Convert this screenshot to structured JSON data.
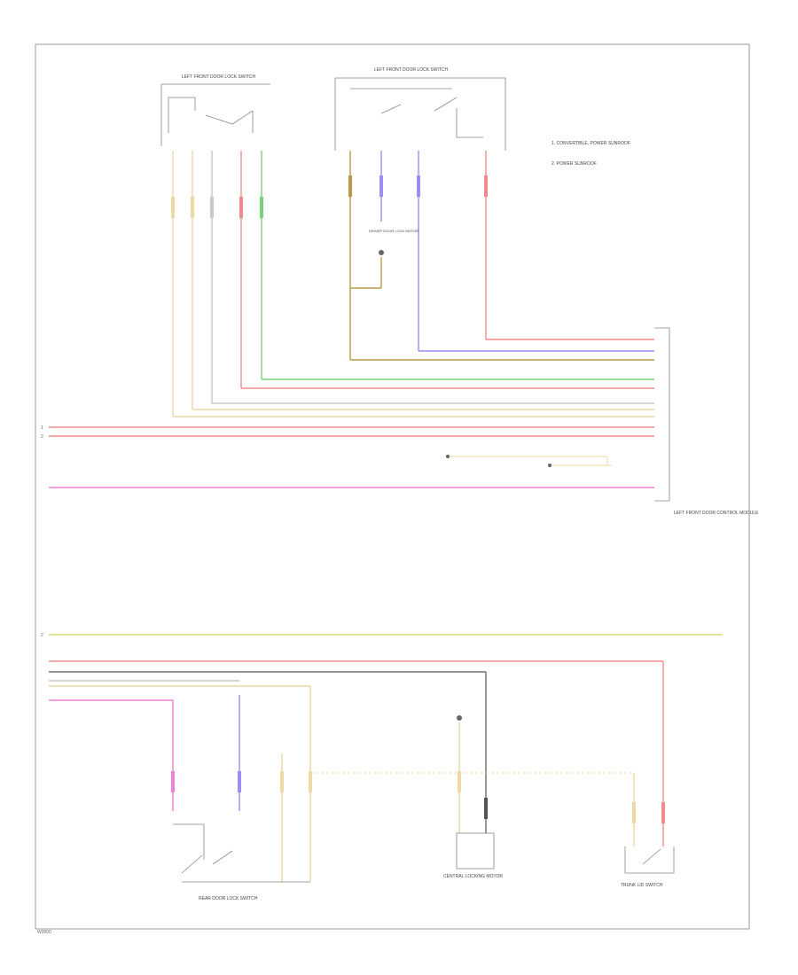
{
  "diagram": {
    "colors": {
      "tan": "#ecd9a6",
      "red": "#f28c8c",
      "green": "#79d279",
      "grey": "#c8c8c8",
      "violet": "#a08cf0",
      "pink": "#f080d8",
      "lime": "#dcdc7a",
      "dark": "#555555",
      "olive": "#b89a4a"
    },
    "notes": [
      "1. CONVERTIBLE, POWER SUNROOF",
      "2. POWER SUNROOF"
    ],
    "components": {
      "left_switch": "LEFT FRONT DOOR LOCK SWITCH",
      "front_switch": "LEFT FRONT DOOR LOCK SWITCH",
      "control_module": "LEFT FRONT DOOR CONTROL MODULE",
      "junction": "DRIVER DOOR LOCK MOTOR",
      "rear_switch": "REAR DOOR LOCK SWITCH",
      "motor": "CENTRAL LOCKING MOTOR",
      "trunk_switch": "TRUNK LID SWITCH"
    },
    "refs": {
      "a": "1",
      "b": "2"
    },
    "footer": "W0000"
  }
}
